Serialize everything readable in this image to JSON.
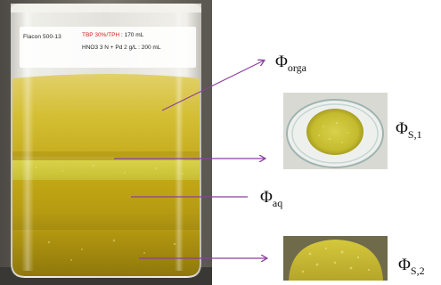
{
  "flask_label": {
    "code": "Flacon 500-13",
    "line1_red": "TBP 30%/TPH",
    "line1_rest": " : 170 mL",
    "line2": "HNO3 3 N + Pd 2 g/L : 200 mL"
  },
  "labels": {
    "orga": {
      "symbol": "Φ",
      "sub": "orga"
    },
    "s1": {
      "symbol": "Φ",
      "sub": "S,1"
    },
    "aq": {
      "symbol": "Φ",
      "sub": "aq"
    },
    "s2": {
      "symbol": "Φ",
      "sub": "S,2"
    }
  },
  "colors": {
    "arrow": "#8b3fa0",
    "organic_phase": "#c8b21a",
    "aqueous_phase": "#b9a10f",
    "solid": "#cfc23a"
  }
}
